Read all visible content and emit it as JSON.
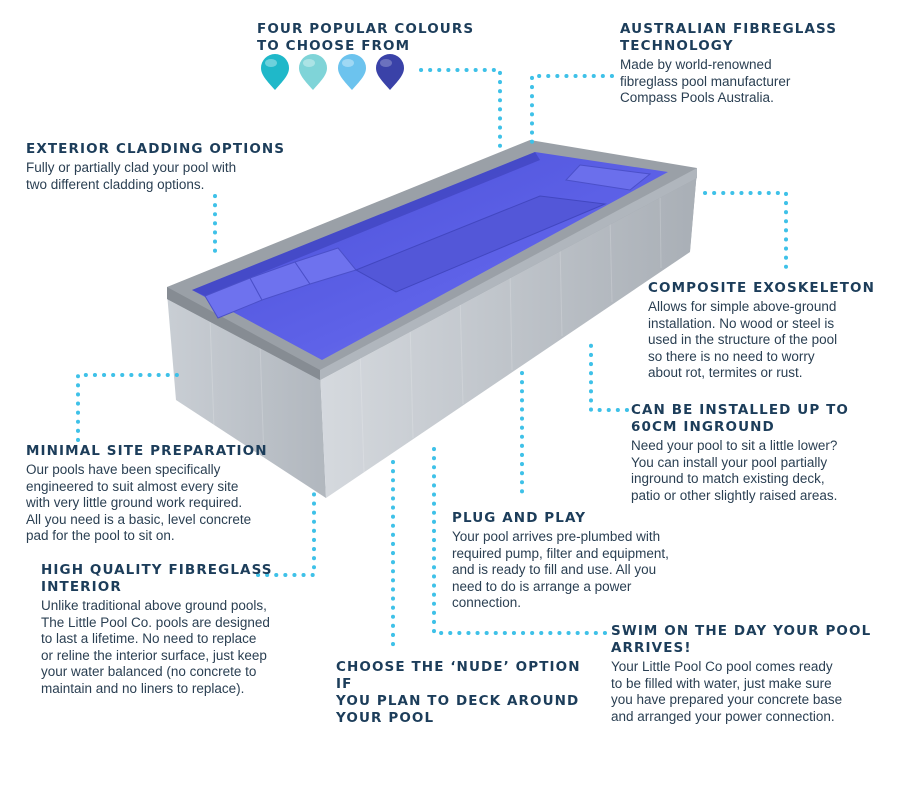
{
  "colors": {
    "heading": "#1c3d5a",
    "body": "#2a3f52",
    "dots": "#3ec1e8",
    "pool_blue": "#5a5ee6",
    "cladding": "#b4bac2"
  },
  "swatches": [
    {
      "name": "turquoise",
      "color": "#1fb8c9"
    },
    {
      "name": "pale-aqua",
      "color": "#7fd4d8"
    },
    {
      "name": "light-blue",
      "color": "#6cc3ee"
    },
    {
      "name": "royal-blue",
      "color": "#3a42a8"
    }
  ],
  "callouts": {
    "colours": {
      "title": "FOUR POPULAR COLOURS\nTO CHOOSE FROM",
      "text": ""
    },
    "fibreglass_tech": {
      "title": "AUSTRALIAN FIBREGLASS\nTECHNOLOGY",
      "text": "Made by world-renowned\nfibreglass pool manufacturer\nCompass Pools Australia."
    },
    "cladding": {
      "title": "EXTERIOR CLADDING OPTIONS",
      "text": "Fully or partially clad your pool with\ntwo different cladding options."
    },
    "exoskeleton": {
      "title": "COMPOSITE EXOSKELETON",
      "text": "Allows for simple above-ground\ninstallation. No wood or steel is\nused in the structure of the pool\nso there is no need to worry\nabout rot, termites or rust."
    },
    "inground": {
      "title": "CAN BE INSTALLED UP TO\n60CM INGROUND",
      "text": "Need your pool to sit a little lower?\nYou can install your pool partially\ninground to match existing deck,\npatio or other slightly raised areas."
    },
    "site_prep": {
      "title": "MINIMAL SITE PREPARATION",
      "text": "Our pools have been specifically\nengineered to suit almost every site\nwith very little ground work required.\nAll you need is a basic, level concrete\npad for the pool to sit on."
    },
    "plug_play": {
      "title": "PLUG AND PLAY",
      "text": "Your pool arrives pre-plumbed with\nrequired pump, filter and equipment,\nand is ready to fill and use. All you\nneed to do is arrange a power\nconnection."
    },
    "interior": {
      "title": "HIGH QUALITY FIBREGLASS\nINTERIOR",
      "text": "Unlike traditional above ground pools,\nThe Little Pool Co. pools are designed\nto last a lifetime. No need to replace\nor reline the interior surface, just keep\nyour water balanced (no concrete to\nmaintain and no liners to replace)."
    },
    "swim_day": {
      "title": "SWIM ON THE DAY YOUR POOL\nARRIVES!",
      "text": "Your Little Pool Co pool comes ready\nto be filled with water, just make sure\nyou have prepared your concrete base\nand arranged your power connection."
    },
    "nude": {
      "title": "CHOOSE THE ‘NUDE’ OPTION IF\nYOU PLAN TO DECK AROUND\nYOUR POOL",
      "text": ""
    }
  }
}
